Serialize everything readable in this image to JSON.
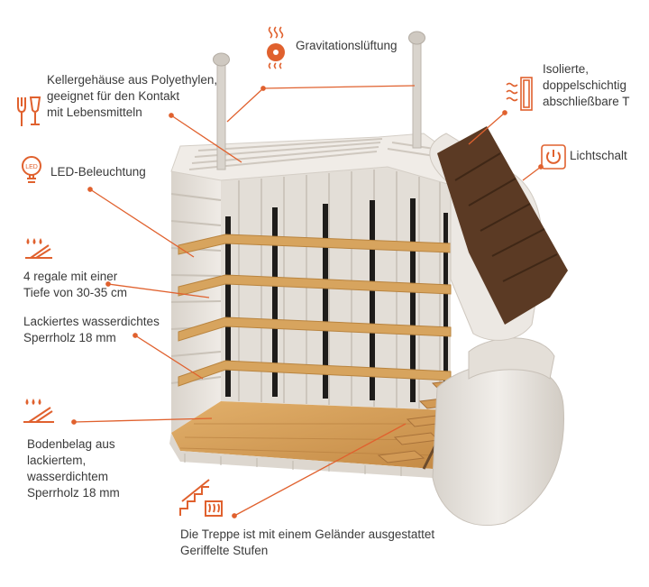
{
  "labels": {
    "ventilation": "Gravitationslüftung",
    "housing": "Kellergehäuse aus Polyethylen,\ngeeignet für den Kontakt\nmit Lebensmitteln",
    "led": "LED-Beleuchtung",
    "shelves": "4 regale mit einer\nTiefe von 30-35 cm",
    "plywood": "Lackiertes wasserdichtes\nSperrholz 18 mm",
    "floor": "Bodenbelag aus\nlackiertem,\nwasserdichtem\nSperrholz  18 mm",
    "stairs": "Die Treppe ist mit einem Geländer ausgestattet\nGeriffelte Stufen",
    "insulated": "Isolierte,\ndoppelschichtig\nabschließbare T",
    "light_switch": "Lichtschalt",
    "led_icon_text": "LED"
  },
  "colors": {
    "accent": "#e0612e",
    "shell": "#e8e4df",
    "wood": "#c9924c",
    "door": "#5b3a24"
  },
  "icons": [
    "fork-glass-icon",
    "led-bulb-icon",
    "shelf-drops-icon",
    "floor-drops-icon",
    "fan-heat-icon",
    "insulation-icon",
    "power-icon",
    "stairs-icon"
  ]
}
